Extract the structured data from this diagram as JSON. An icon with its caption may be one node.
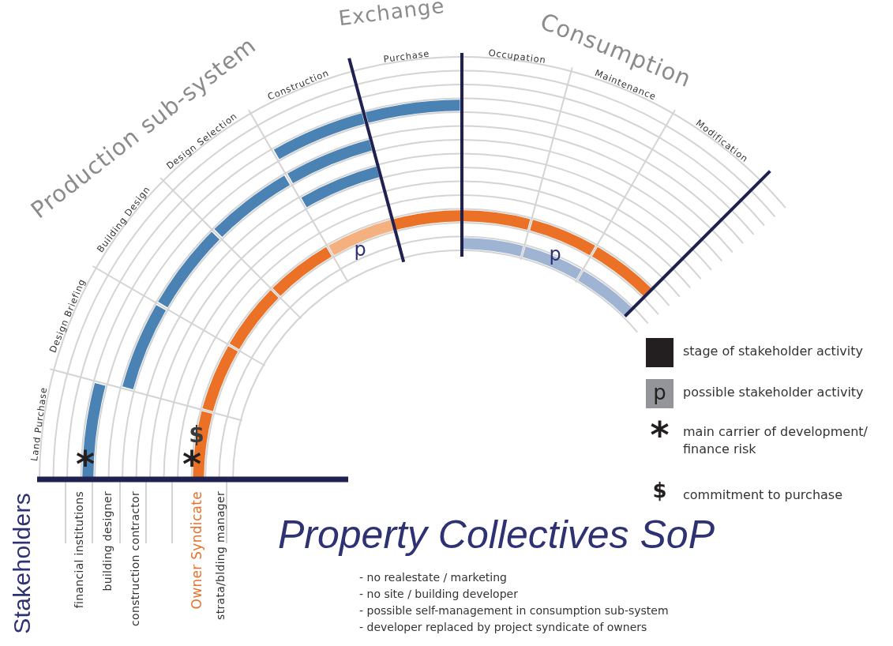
{
  "diagram": {
    "title": "Property Collectives SoP",
    "labels": [
      "Production sub-system",
      "Exchange",
      "Consumption",
      "Land Purchase",
      "Design Briefing",
      "Building Design",
      "Design Selection",
      "Construction",
      "Purchase",
      "Occupation",
      "Maintenance",
      "Modification",
      "p",
      "p",
      "*",
      "$",
      "*",
      "Stakeholders",
      "financial institutions",
      "building designer",
      "construction contractor",
      "Owner Syndicate",
      "strata/blding manager",
      "p",
      "*",
      "$",
      "- no realestate / marketing",
      "- no site / building developer",
      "- possible self-management in consumption sub-system",
      "- developer replaced by project syndicate of owners"
    ],
    "legend": [
      {
        "text": "stage of stakeholder activity",
        "color": "#231f20"
      },
      {
        "text": "possible stakeholder activity",
        "color": "#939598"
      },
      {
        "text": "main carrier of development/ finance risk"
      },
      {
        "text": "commitment to purchase"
      }
    ]
  }
}
